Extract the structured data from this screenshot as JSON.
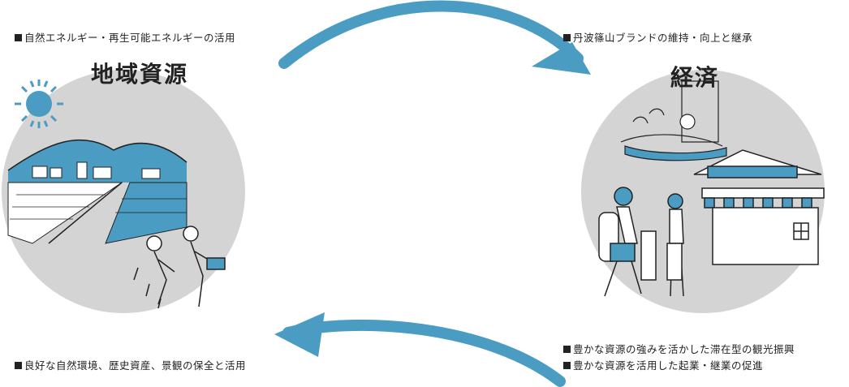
{
  "left": {
    "title": "地域資源",
    "top_note": "自然エネルギー・再生可能エネルギーの活用",
    "bottom_note": "良好な自然環境、歴史資産、景観の保全と活用"
  },
  "right": {
    "title": "経済",
    "top_note": "丹波篠山ブランドの維持・向上と継承",
    "bottom_notes": [
      "豊かな資源の強みを活かした滞在型の観光振興",
      "豊かな資源を活用した起業・継業の促進"
    ]
  },
  "colors": {
    "accent": "#4a9cc3",
    "circle": "#d4d4d4",
    "ink": "#222222"
  }
}
